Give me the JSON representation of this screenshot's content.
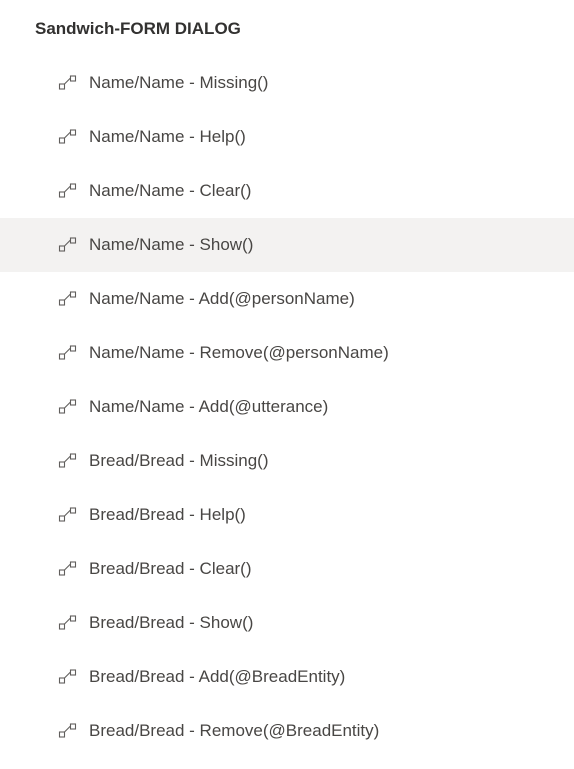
{
  "dialog": {
    "title": "Sandwich-FORM DIALOG"
  },
  "triggers": [
    {
      "label": "Name/Name - Missing()",
      "icon": "trigger-icon"
    },
    {
      "label": "Name/Name - Help()",
      "icon": "trigger-icon"
    },
    {
      "label": "Name/Name - Clear()",
      "icon": "trigger-icon"
    },
    {
      "label": "Name/Name - Show()",
      "icon": "trigger-icon"
    },
    {
      "label": "Name/Name - Add(@personName)",
      "icon": "trigger-icon"
    },
    {
      "label": "Name/Name - Remove(@personName)",
      "icon": "trigger-icon"
    },
    {
      "label": "Name/Name - Add(@utterance)",
      "icon": "trigger-icon"
    },
    {
      "label": "Bread/Bread - Missing()",
      "icon": "trigger-icon"
    },
    {
      "label": "Bread/Bread - Help()",
      "icon": "trigger-icon"
    },
    {
      "label": "Bread/Bread - Clear()",
      "icon": "trigger-icon"
    },
    {
      "label": "Bread/Bread - Show()",
      "icon": "trigger-icon"
    },
    {
      "label": "Bread/Bread - Add(@BreadEntity)",
      "icon": "trigger-icon"
    },
    {
      "label": "Bread/Bread - Remove(@BreadEntity)",
      "icon": "trigger-icon"
    }
  ],
  "selected_index": 3,
  "colors": {
    "text": "#484644",
    "title": "#323130",
    "selected_background": "#f3f2f1",
    "icon": "#605e5c"
  }
}
